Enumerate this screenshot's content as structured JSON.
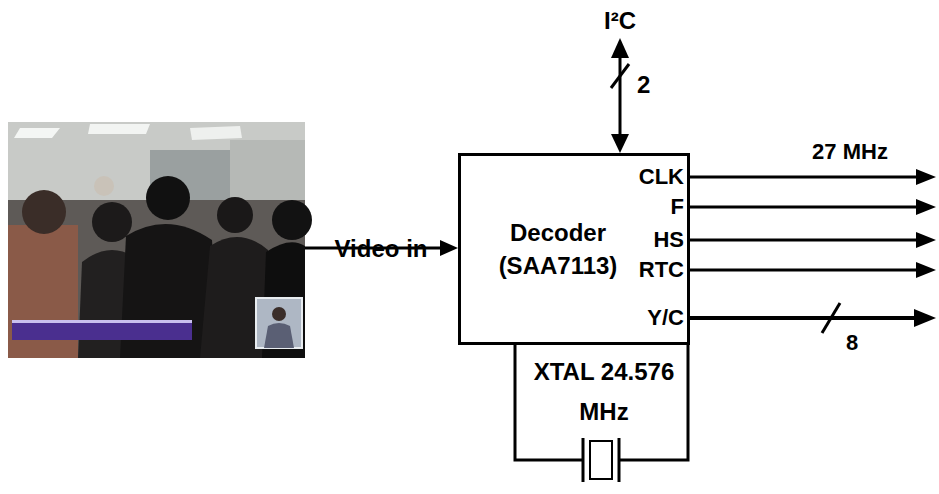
{
  "diagram": {
    "nodes": [
      {
        "text": [
          "Decoder (SAA7113)"
        ]
      }
    ],
    "labels": [
      "I²C",
      "2",
      "27 MHz",
      "CLK",
      "F",
      "HS",
      "RTC",
      "Y/C",
      "8",
      "Video in",
      "XTAL 24.576 MHz"
    ]
  }
}
